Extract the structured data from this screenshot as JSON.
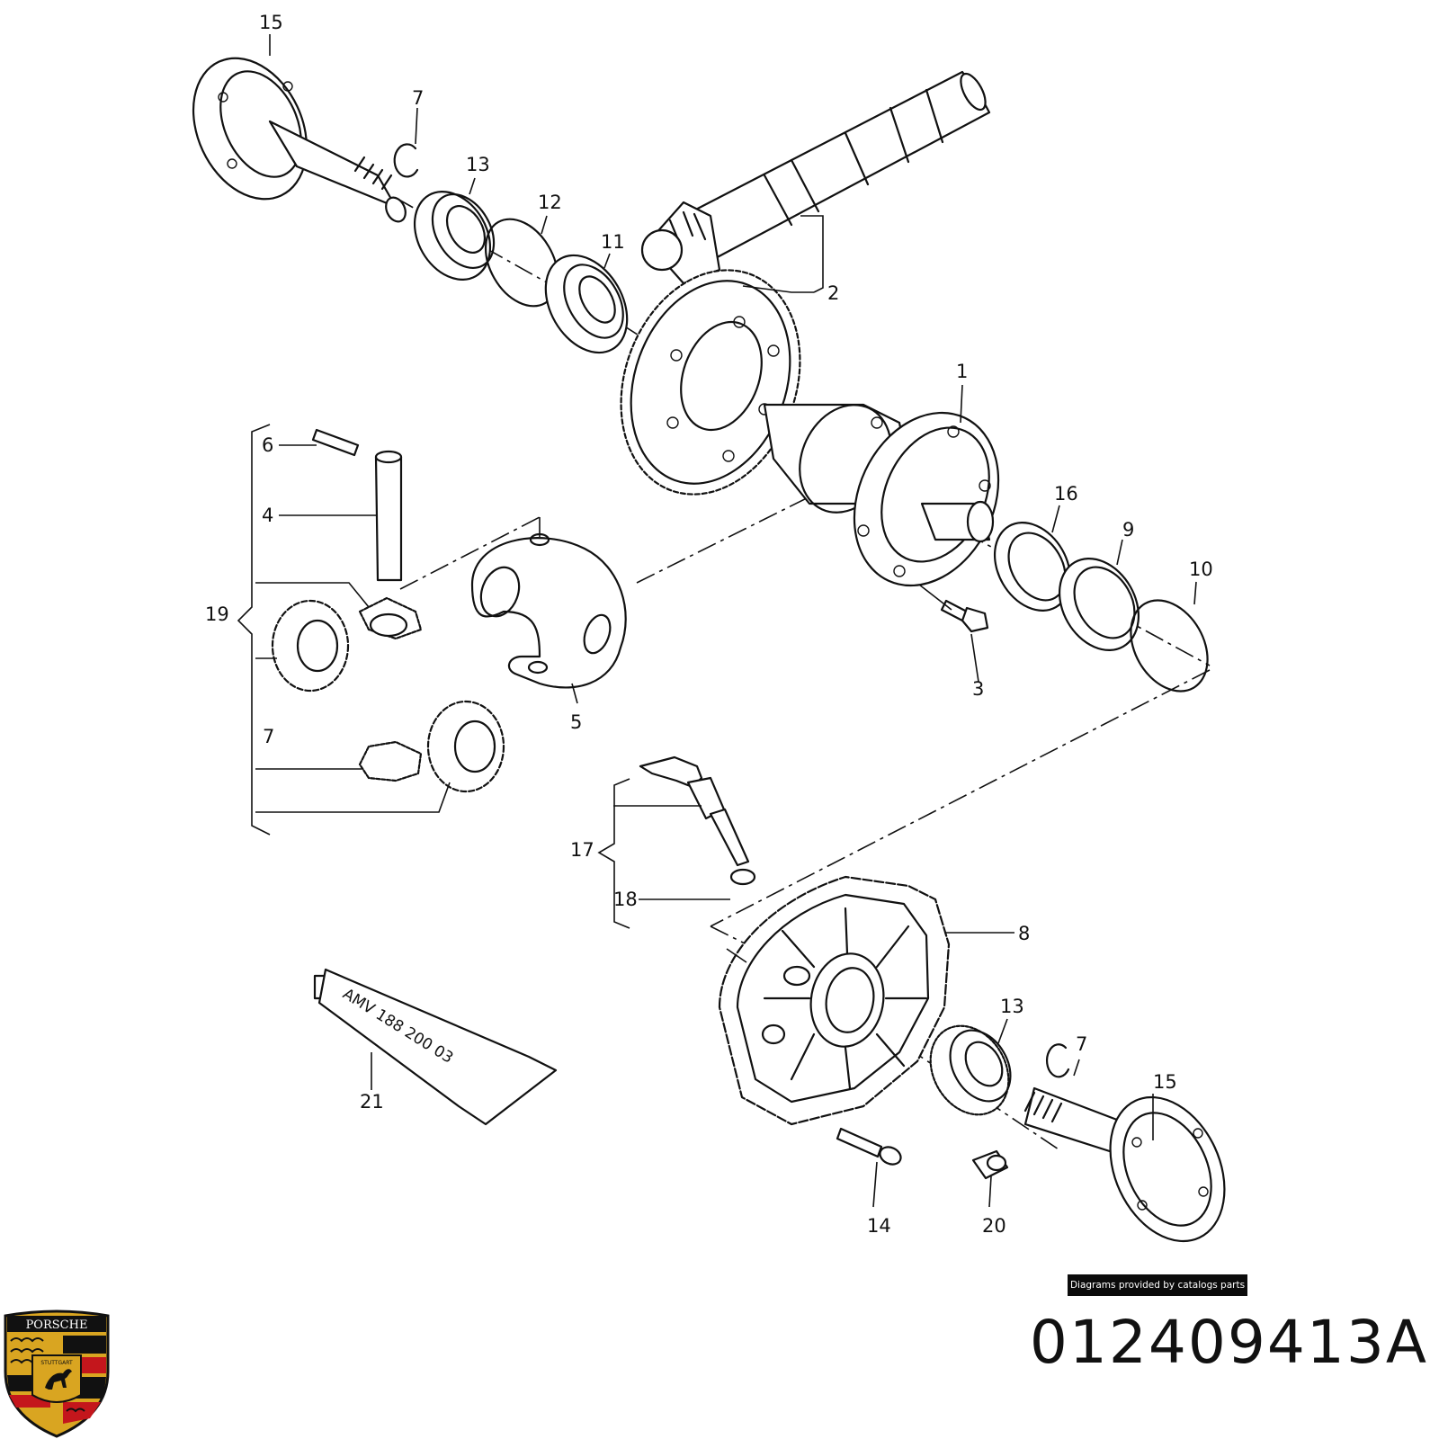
{
  "callouts": {
    "c15a": "15",
    "c7a": "7",
    "c13a": "13",
    "c12": "12",
    "c11": "11",
    "c2": "2",
    "c1": "1",
    "c16": "16",
    "c9": "9",
    "c10": "10",
    "c3": "3",
    "c6": "6",
    "c4": "4",
    "c19": "19",
    "c5": "5",
    "c7b": "7",
    "c17": "17",
    "c18": "18",
    "c8": "8",
    "c13b": "13",
    "c7c": "7",
    "c15b": "15",
    "c14": "14",
    "c20": "20",
    "c21": "21"
  },
  "sealant_tube_label": "AMV 188 200 03",
  "credit": "Diagrams provided by catalogs parts",
  "part_number": "012409413A",
  "logo": {
    "brand": "PORSCHE",
    "city": "STUTTGART",
    "colors": {
      "gold": "#d9a521",
      "red": "#c4161c",
      "black": "#111111"
    }
  }
}
